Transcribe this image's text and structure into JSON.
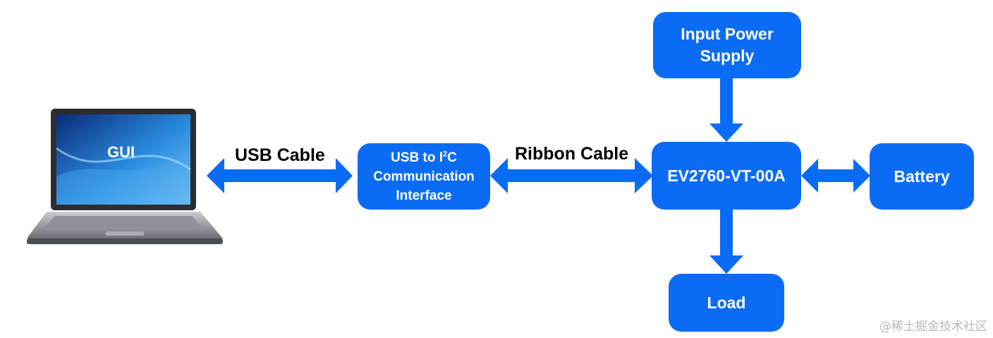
{
  "laptop": {
    "screen_label": "GUI",
    "screen_colors": [
      "#0b2c7a",
      "#2a8ce0",
      "#7cc8f7"
    ]
  },
  "edges": {
    "usb_cable": "USB Cable",
    "ribbon_cable": "Ribbon Cable"
  },
  "nodes": {
    "usb_i2c": {
      "line1_prefix": "USB to I",
      "line1_sup": "2",
      "line1_suffix": "C",
      "line2": "Communication",
      "line3": "Interface"
    },
    "input_power": {
      "line1": "Input Power",
      "line2": "Supply"
    },
    "ev_board": "EV2760-VT-00A",
    "battery": "Battery",
    "load": "Load"
  },
  "watermark": "@稀土掘金技术社区",
  "colors": {
    "node_fill": "#0a6cf5",
    "arrow": "#0a6cf5",
    "node_text": "#ffffff",
    "label_text": "#000000"
  }
}
